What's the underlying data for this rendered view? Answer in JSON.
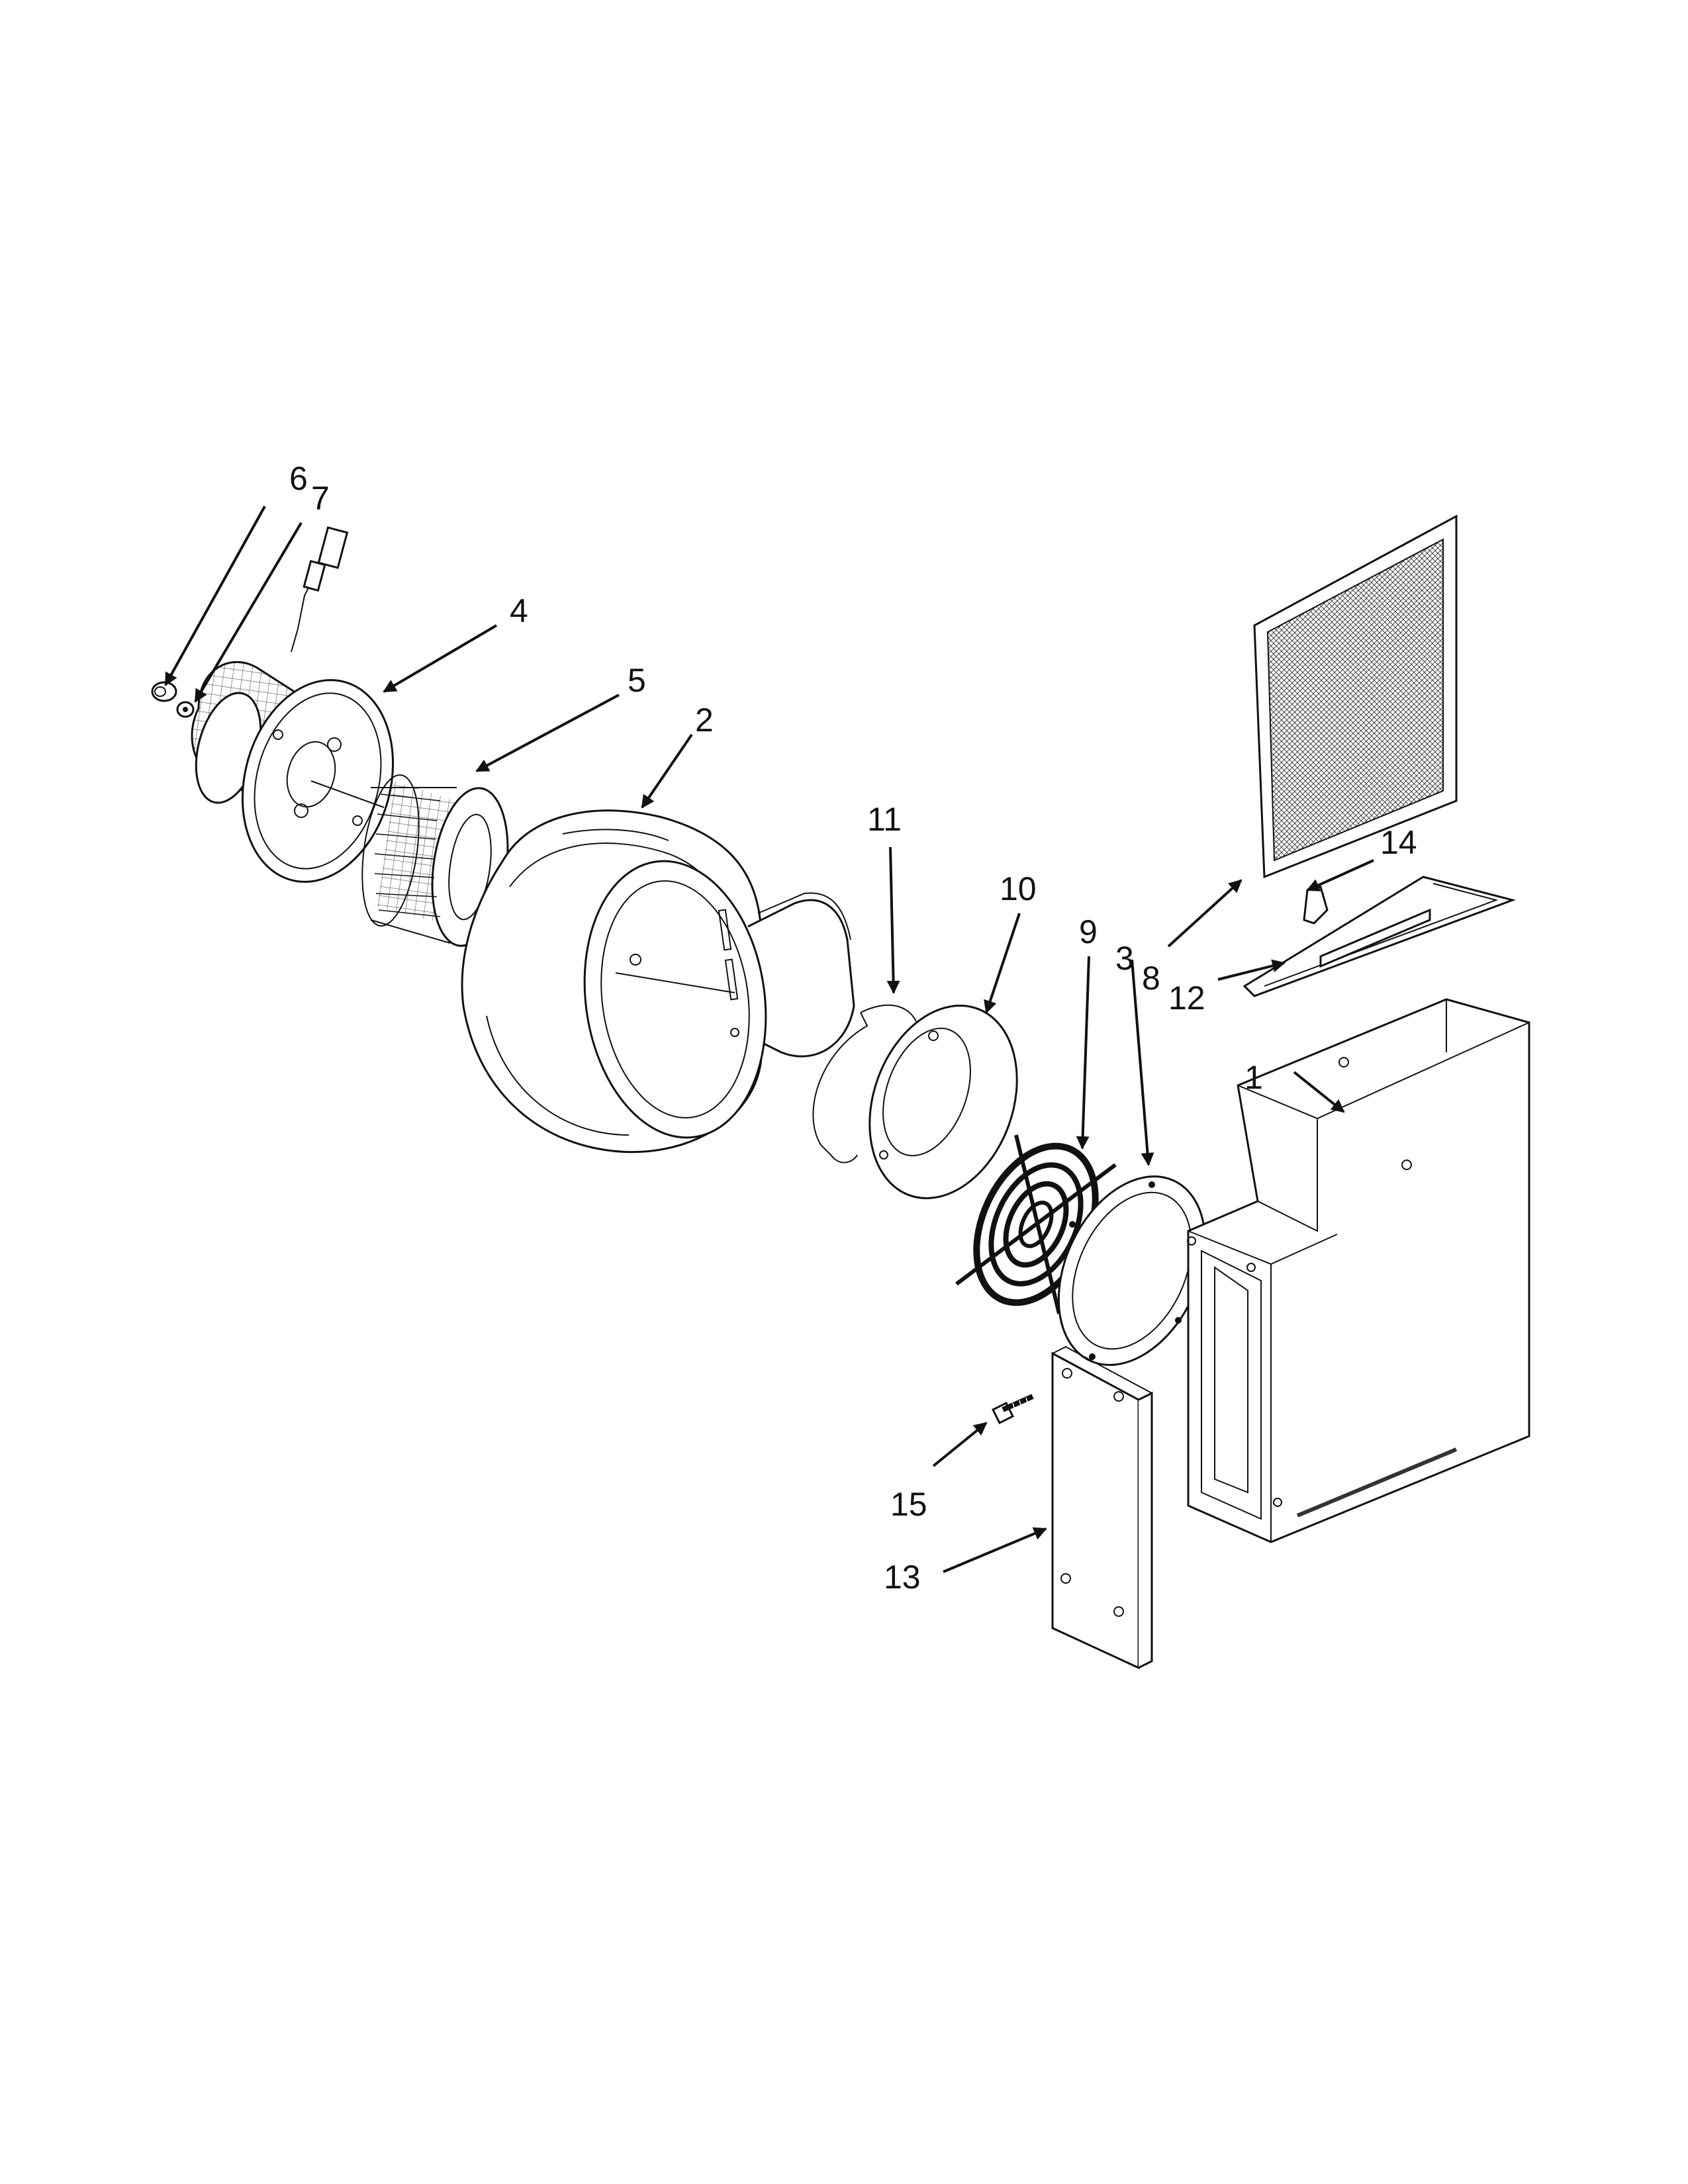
{
  "callouts": {
    "c1": "1",
    "c2": "2",
    "c3": "3",
    "c4": "4",
    "c5": "5",
    "c6": "6",
    "c7": "7",
    "c8": "8",
    "c9": "9",
    "c10": "10",
    "c11": "11",
    "c12": "12",
    "c13": "13",
    "c14": "14",
    "c15": "15"
  },
  "colors": {
    "ink": "#111111",
    "background": "#ffffff"
  }
}
